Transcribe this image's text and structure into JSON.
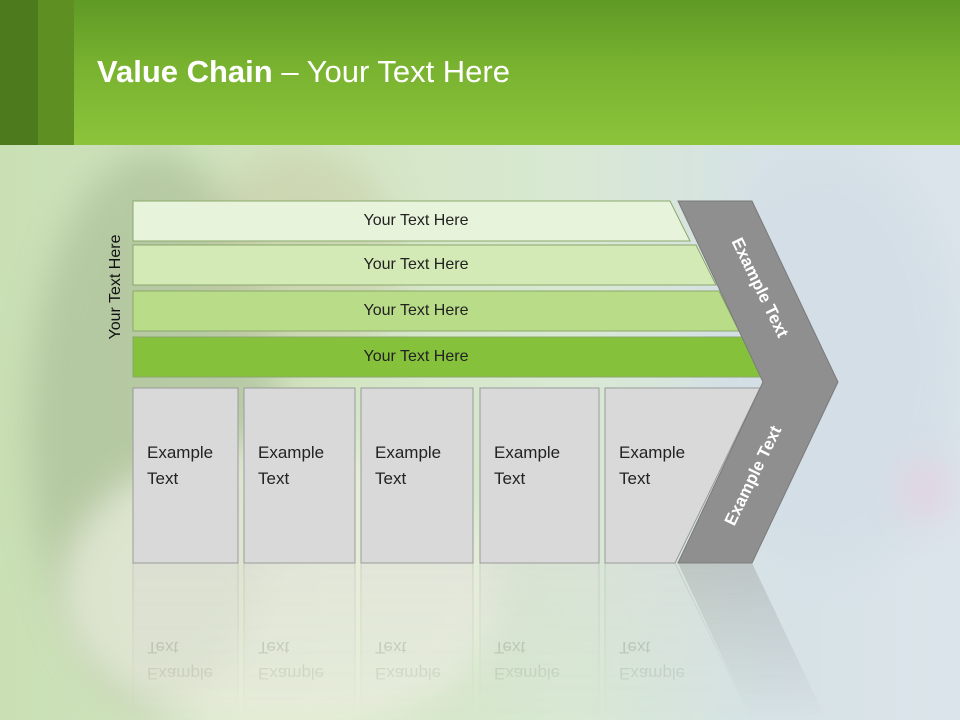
{
  "title": {
    "bold": "Value Chain",
    "rest": " – Your Text Here"
  },
  "side_label": "Your Text Here",
  "bars": [
    {
      "label": "Your Text Here",
      "color": "#e8f3dc"
    },
    {
      "label": "Your Text Here",
      "color": "#d3e9b6"
    },
    {
      "label": "Your Text Here",
      "color": "#b9dc89"
    },
    {
      "label": "Your Text Here",
      "color": "#86c13c"
    }
  ],
  "boxes": [
    {
      "line1": "Example",
      "line2": "Text"
    },
    {
      "line1": "Example",
      "line2": "Text"
    },
    {
      "line1": "Example",
      "line2": "Text"
    },
    {
      "line1": "Example",
      "line2": "Text"
    },
    {
      "line1": "Example",
      "line2": "Text"
    }
  ],
  "chevron": {
    "upper_label": "Example Text",
    "lower_label": "Example Text",
    "color": "#8f8f8f"
  },
  "colors": {
    "header": "#78b22f",
    "box_fill": "#d9d9d9",
    "box_stroke": "#9a9a9a"
  }
}
